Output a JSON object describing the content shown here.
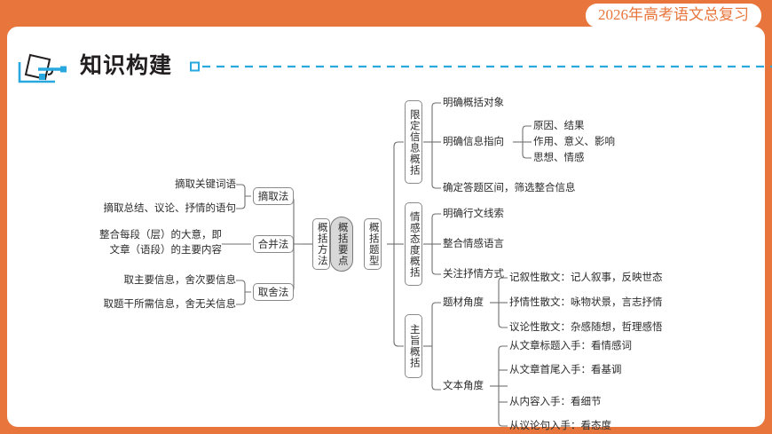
{
  "header": {
    "banner_label": "2026年高考语文总复习",
    "banner_color": "#e8763c",
    "accent_color": "#29a8e0"
  },
  "section": {
    "title": "知识构建",
    "icon": "tilted-card-arrow-icon",
    "dash_icon": "dashed-line-icon"
  },
  "diagram": {
    "root": "概括要点",
    "branch_methods": {
      "node": "概括方法",
      "children": [
        {
          "node": "摘取法",
          "items": [
            "摘取关键词语",
            "摘取总结、议论、抒情的语句"
          ]
        },
        {
          "node": "合并法",
          "items": [
            "整合每段（层）的大意，即",
            "文章（语段）的主要内容"
          ]
        },
        {
          "node": "取舍法",
          "items": [
            "取主要信息，舍次要信息",
            "取题干所需信息，舍无关信息"
          ]
        }
      ]
    },
    "branch_types": {
      "node": "概括题型",
      "children": [
        {
          "node": "限定信息概括",
          "items": [
            {
              "label": "明确概括对象",
              "subs": []
            },
            {
              "label": "明确信息指向",
              "subs": [
                "原因、结果",
                "作用、意义、影响",
                "思想、情感"
              ]
            },
            {
              "label": "确定答题区间，筛选整合信息",
              "subs": []
            }
          ]
        },
        {
          "node": "情感态度概括",
          "items": [
            {
              "label": "明确行文线索",
              "subs": []
            },
            {
              "label": "整合情感语言",
              "subs": []
            },
            {
              "label": "关注抒情方式",
              "subs": []
            }
          ]
        },
        {
          "node": "主旨概括",
          "items": [
            {
              "label": "题材角度",
              "subs": [
                "记叙性散文：记人叙事，反映世态",
                "抒情性散文：咏物状景，言志抒情",
                "议论性散文：杂感随想，哲理感悟"
              ]
            },
            {
              "label": "文本角度",
              "subs": [
                "从文章标题入手：看情感词",
                "从文章首尾入手：看基调",
                "从内容入手：看细节",
                "从议论句入手：看态度"
              ]
            }
          ]
        }
      ]
    }
  }
}
